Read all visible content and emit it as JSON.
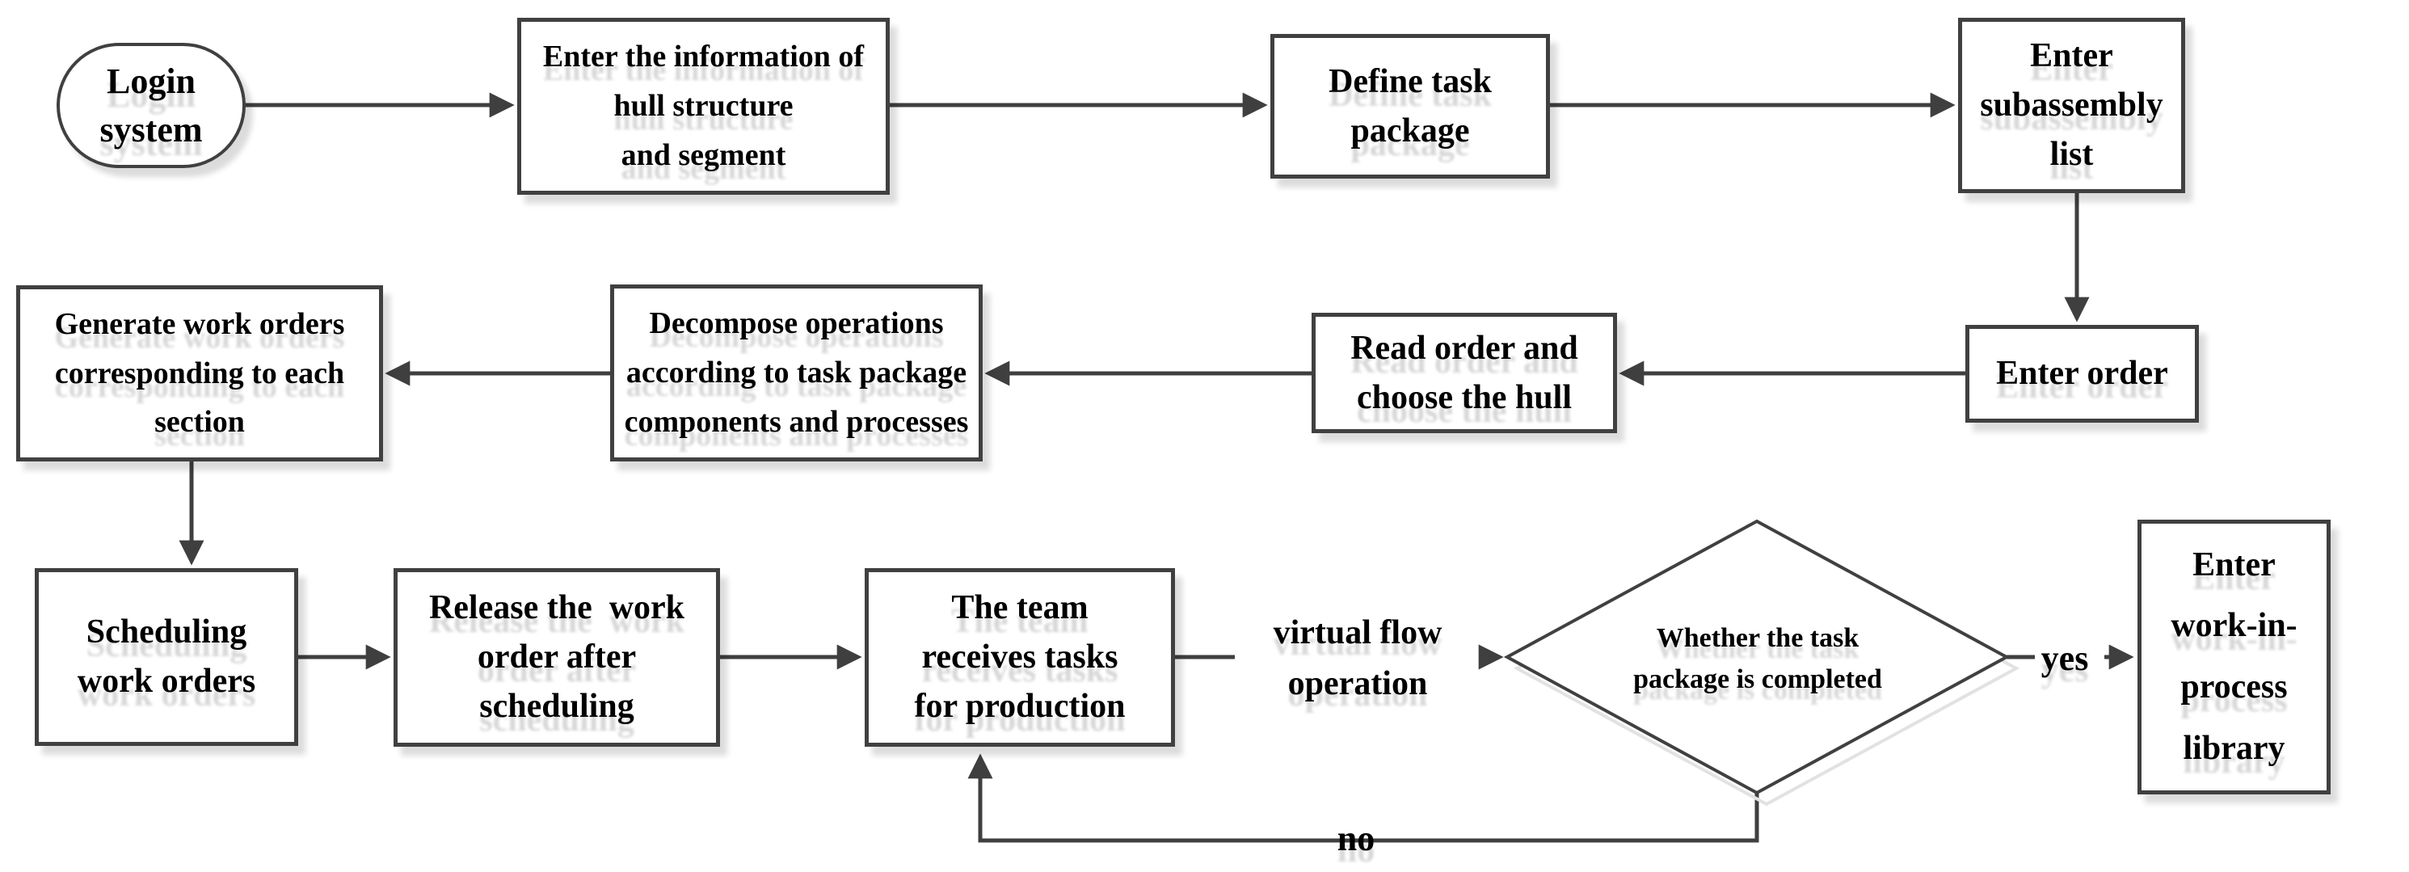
{
  "diagram": {
    "type": "flowchart",
    "colors": {
      "line": "#3f3f3f",
      "node_border": "#404040",
      "node_fill": "#ffffff",
      "text": "#000000"
    },
    "nodes": {
      "login": {
        "shape": "terminator",
        "label": "Login\nsystem"
      },
      "hull_info": {
        "shape": "process",
        "label": "Enter the information of\nhull structure\nand segment"
      },
      "define_task": {
        "shape": "process",
        "label": "Define task\npackage"
      },
      "subassembly": {
        "shape": "process",
        "label": "Enter\nsubassembly\nlist"
      },
      "enter_order": {
        "shape": "process",
        "label": "Enter order"
      },
      "read_order": {
        "shape": "process",
        "label": "Read order and\nchoose the hull"
      },
      "decompose": {
        "shape": "process",
        "label": "Decompose operations\naccording to task package\ncomponents and processes"
      },
      "generate": {
        "shape": "process",
        "label": "Generate work orders\ncorresponding to each\nsection"
      },
      "scheduling": {
        "shape": "process",
        "label": "Scheduling\nwork orders"
      },
      "release": {
        "shape": "process",
        "label": "Release the  work\norder after\nscheduling"
      },
      "team": {
        "shape": "process",
        "label": "The team\nreceives tasks\nfor production"
      },
      "decision": {
        "shape": "decision",
        "label": "Whether the task\npackage is completed"
      },
      "wip": {
        "shape": "process",
        "label": "Enter\nwork-in-\nprocess\nlibrary"
      }
    },
    "edge_labels": {
      "virtual_flow": "virtual flow\noperation",
      "yes": "yes",
      "no": "no"
    },
    "edges": [
      {
        "from": "login",
        "to": "hull_info"
      },
      {
        "from": "hull_info",
        "to": "define_task"
      },
      {
        "from": "define_task",
        "to": "subassembly"
      },
      {
        "from": "subassembly",
        "to": "enter_order"
      },
      {
        "from": "enter_order",
        "to": "read_order"
      },
      {
        "from": "read_order",
        "to": "decompose"
      },
      {
        "from": "decompose",
        "to": "generate"
      },
      {
        "from": "generate",
        "to": "scheduling"
      },
      {
        "from": "scheduling",
        "to": "release"
      },
      {
        "from": "release",
        "to": "team"
      },
      {
        "from": "team",
        "to": "decision",
        "label": "virtual flow operation"
      },
      {
        "from": "decision",
        "to": "wip",
        "label": "yes"
      },
      {
        "from": "decision",
        "to": "team",
        "label": "no"
      }
    ]
  }
}
